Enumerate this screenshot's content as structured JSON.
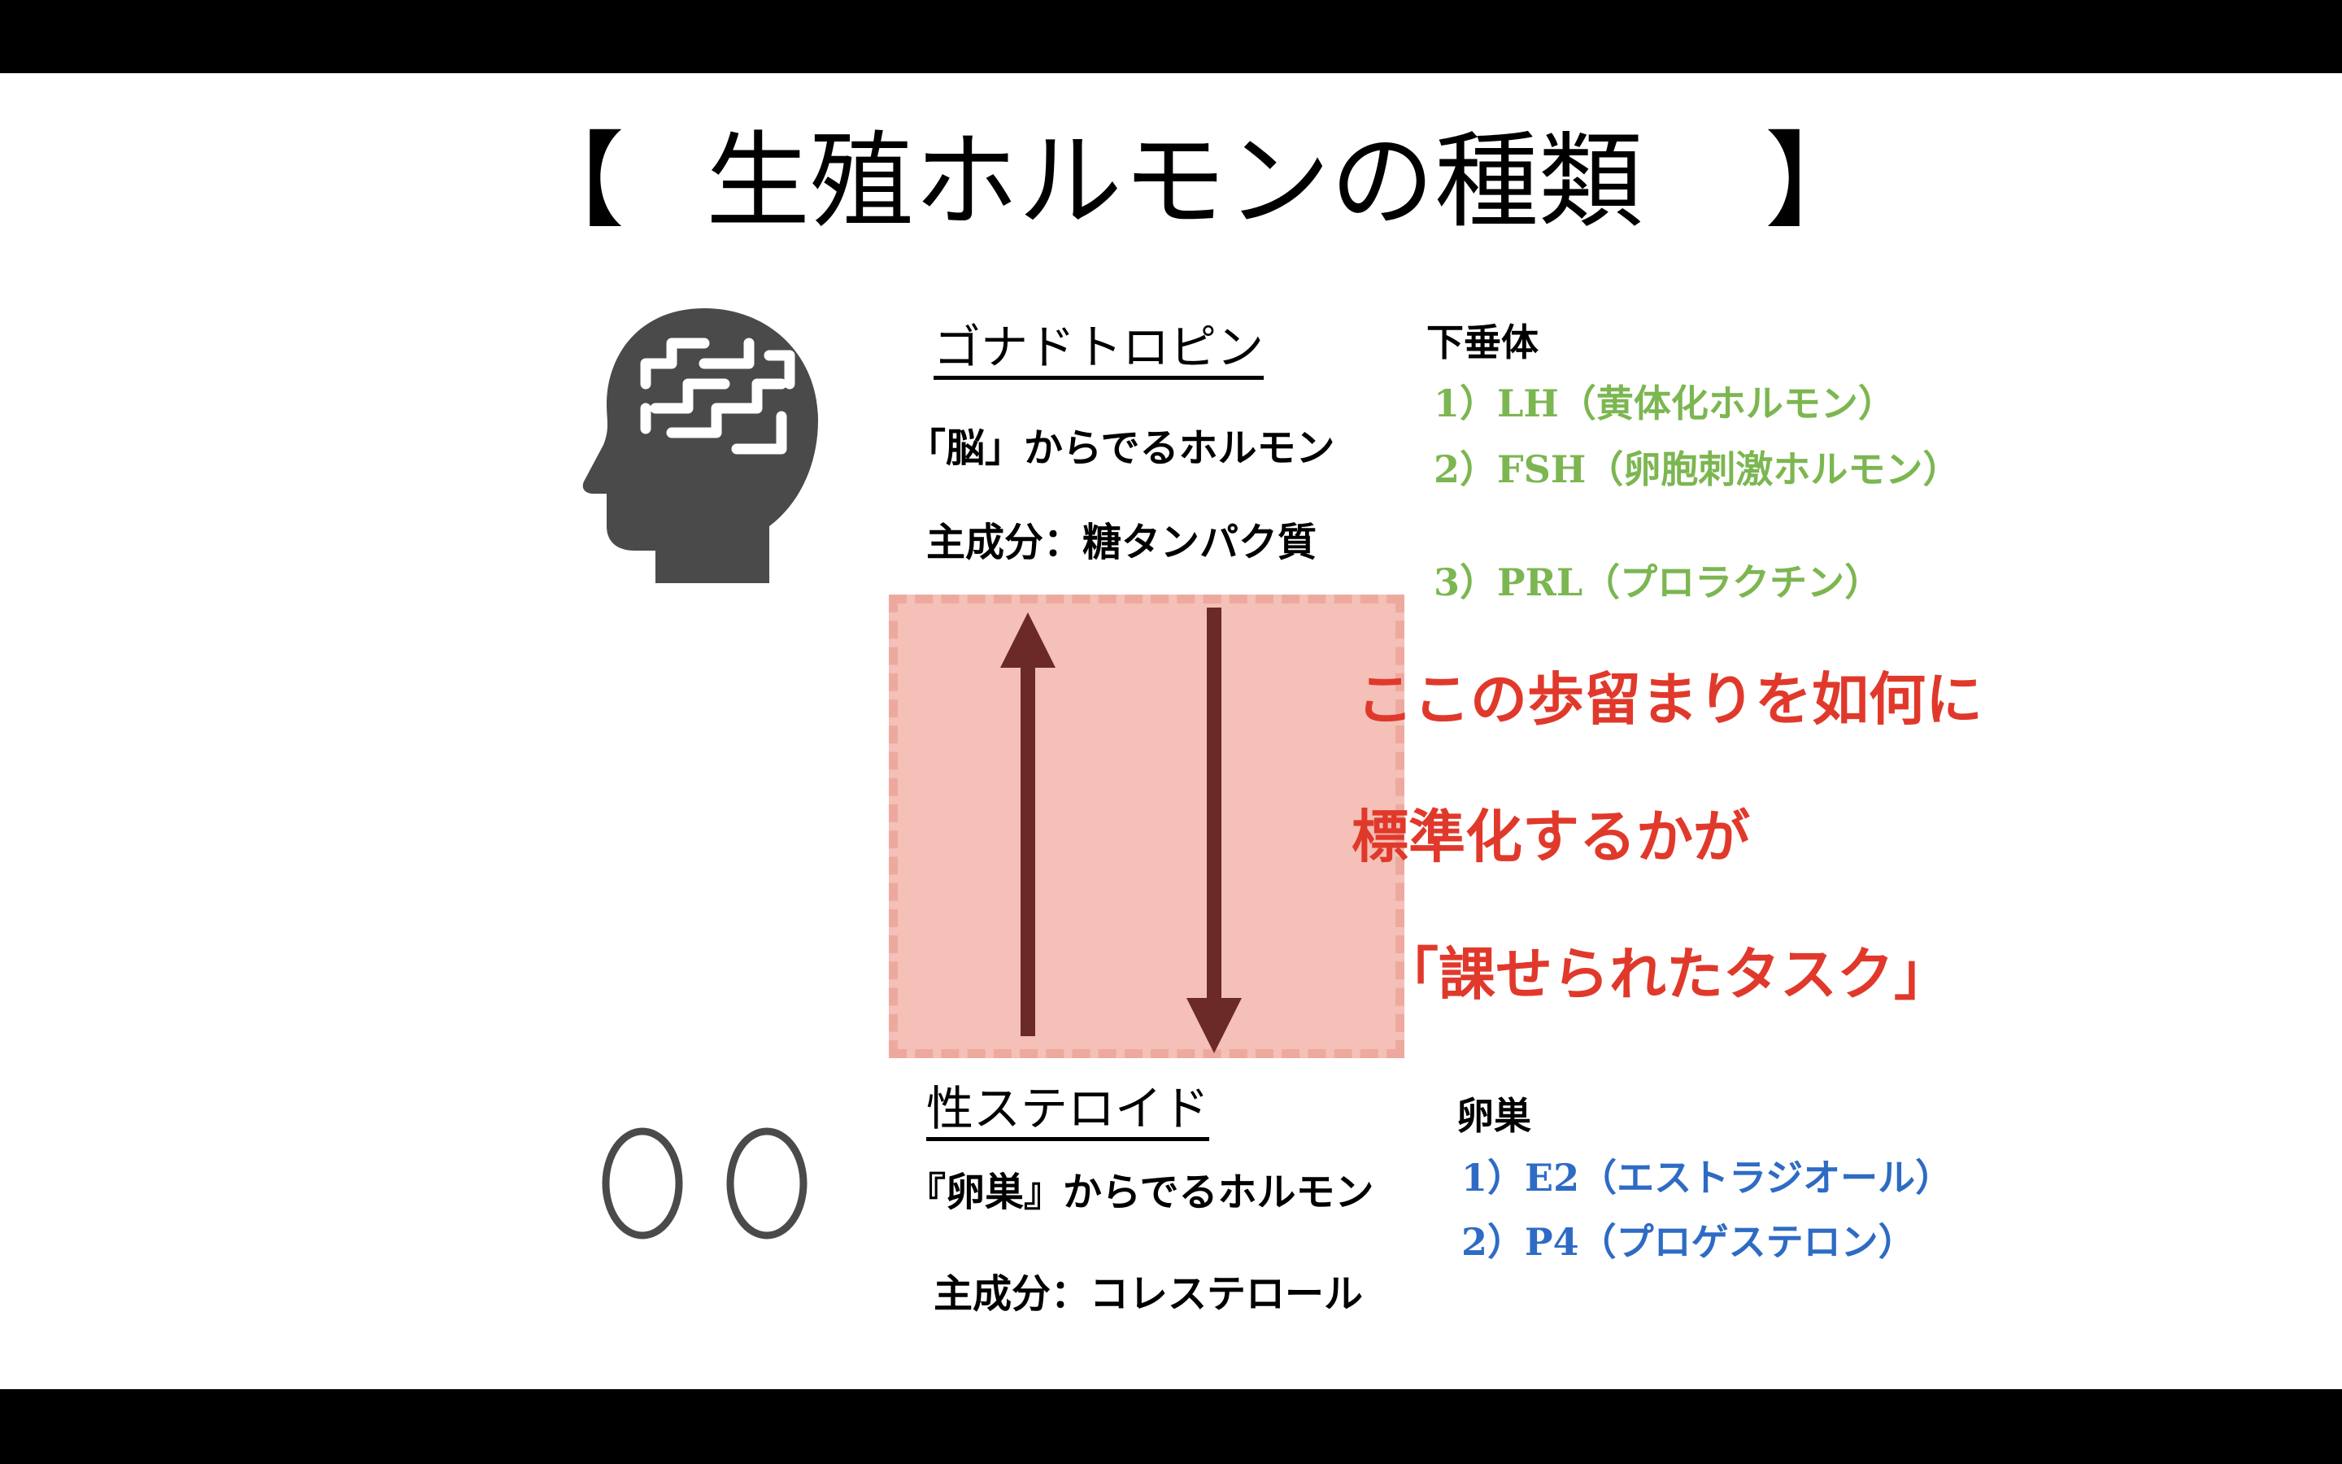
{
  "title": {
    "open_bracket": "【",
    "text": "生殖ホルモンの種類",
    "close_bracket": "】"
  },
  "gonadotropin": {
    "heading": "ゴナドトロピン",
    "source": "「脳」からでるホルモン",
    "component": "主成分：糖タンパク質",
    "organ": "下垂体",
    "items": [
      "1）LH（黄体化ホルモン）",
      "2）FSH（卵胞刺激ホルモン）",
      "3）PRL（プロラクチン）"
    ]
  },
  "steroid": {
    "heading": "性ステロイド",
    "source": "『卵巣』からでるホルモン",
    "component": "主成分：コレステロール",
    "organ": "卵巣",
    "items": [
      "1）E2（エストラジオール）",
      "2）P4（プロゲステロン）"
    ]
  },
  "callout": {
    "lines": [
      "ここの歩留まりを如何に",
      "標準化するかが",
      "「課せられたタスク」"
    ]
  },
  "colors": {
    "green": "#7cb651",
    "blue": "#2e6bc4",
    "red": "#e0392b",
    "arrow": "#6b2a26",
    "box": "#f4c0b8"
  },
  "icons": [
    "head-brain-icon",
    "egg-icon",
    "up-arrow",
    "down-arrow"
  ]
}
